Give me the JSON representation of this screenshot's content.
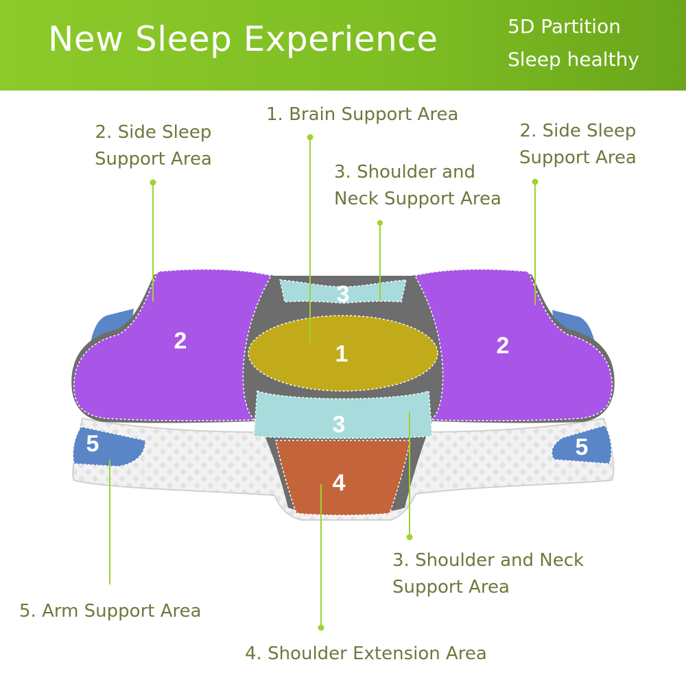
{
  "banner": {
    "title": "New Sleep Experience",
    "subtitle_line1": "5D Partition",
    "subtitle_line2": "Sleep healthy"
  },
  "labels": {
    "brain": "1. Brain Support Area",
    "side_left_line1": "2. Side Sleep",
    "side_left_line2": "Support Area",
    "side_right_line1": "2. Side Sleep",
    "side_right_line2": "Support Area",
    "shoulder_top_line1": "3. Shoulder and",
    "shoulder_top_line2": "Neck Support Area",
    "shoulder_bottom_line1": "3. Shoulder and Neck",
    "shoulder_bottom_line2": "Support Area",
    "arm": "5. Arm Support Area",
    "extension": "4. Shoulder Extension Area"
  },
  "zones": {
    "brain": "1",
    "side_left": "2",
    "side_right": "2",
    "neck_top": "3",
    "neck_bottom": "3",
    "extension": "4",
    "arm_left": "5",
    "arm_right": "5"
  },
  "colors": {
    "banner": "#7fbf24",
    "label_text": "#6a7a3c",
    "leader": "#9fd22e",
    "brain_zone": "#c2ab1a",
    "side_zone": "#a855e8",
    "neck_zone": "#a8dcdc",
    "extension_zone": "#c4643a",
    "arm_zone": "#5a86c8",
    "frame": "#6d6d6d"
  }
}
